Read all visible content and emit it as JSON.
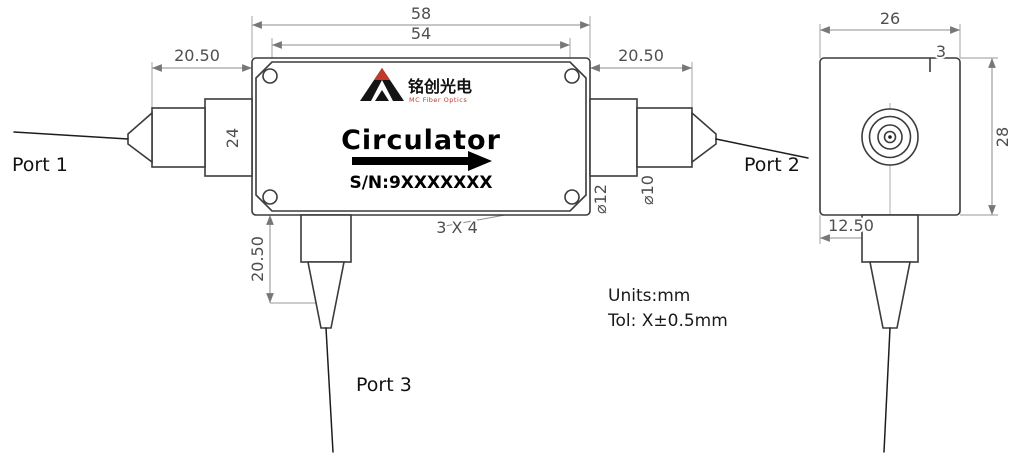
{
  "drawing": {
    "product_label": "Circulator",
    "serial_label": "S/N:9XXXXXXX",
    "logo": {
      "cn": "铭创光电",
      "en": "MC Fiber Optics"
    },
    "ports": {
      "port1": "Port 1",
      "port2": "Port 2",
      "port3": "Port 3"
    },
    "notes": {
      "units": "Units:mm",
      "tolerance": "Tol: X±0.5mm"
    },
    "dimensions": {
      "body_width": "58",
      "lid_width": "54",
      "port1_length": "20.50",
      "port2_length": "20.50",
      "flange_size": "24",
      "port3_length": "20.50",
      "chamfer": "3 X 4",
      "flange_dia": "⌀12",
      "cylinder_dia": "⌀10",
      "side_width": "26",
      "side_step": "3",
      "side_height": "28",
      "side_center_offset": "12.50"
    },
    "colors": {
      "outline": "#3b3b3b",
      "dimension": "#8c8c8c",
      "logo_accent": "#c0392b"
    }
  }
}
